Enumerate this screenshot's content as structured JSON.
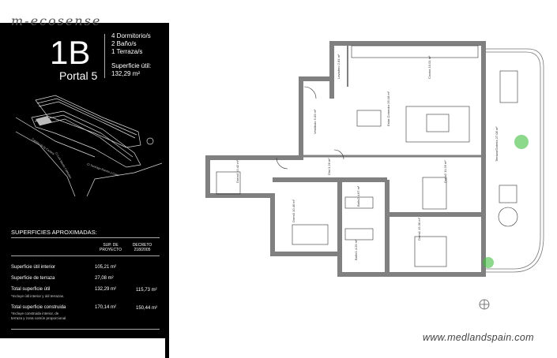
{
  "header": {
    "logo_text": "m-ecosense",
    "unit": "1B",
    "portal": "Portal 5",
    "bedrooms": "4 Dormitorio/s",
    "bathrooms": "2 Baño/s",
    "terraces": "1 Terraza/s",
    "useful_area_label": "Superficie útil:",
    "useful_area_value": "132,29 m²"
  },
  "site_plan": {
    "street_1": "Camino de la Cantera",
    "street_2": "C/ Luis Martín Cabiedes",
    "street_3": "C/ Santiago Ramón y Cajal"
  },
  "surfaces": {
    "title": "SUPERFICIES APROXIMADAS:",
    "col_1": "SUP. DE PROYECTO",
    "col_2": "DECRETO 218/2005",
    "rows": [
      {
        "label": "Superficie útil interior",
        "note": "",
        "project": "105,21 m²",
        "decree": ""
      },
      {
        "label": "Superficie de terraza",
        "note": "",
        "project": "27,08 m²",
        "decree": ""
      },
      {
        "label": "Total superficie útil",
        "note": "*Incluye útil interior y útil terrazas.",
        "project": "132,29 m²",
        "decree": "115,73 m²"
      },
      {
        "label": "Total superficie construida",
        "note": "*Incluye construida interior, de terraza y zona común proporcional.",
        "project": "170,14 m²",
        "decree": "150,44 m²"
      }
    ]
  },
  "rooms": {
    "lavadero": {
      "name": "Lavadero",
      "area": "2.84 m²"
    },
    "cocina": {
      "name": "Cocina",
      "area": "10.01 m²"
    },
    "estar": {
      "name": "Estar-Comedor",
      "area": "26.18 m²"
    },
    "vestibulo": {
      "name": "Vestíbulo",
      "area": "5.03 m²"
    },
    "dist": {
      "name": "Dist",
      "area": "3.26 m²"
    },
    "dorm4": {
      "name": "Dorm4",
      "area": "10.42 m²"
    },
    "dorm3": {
      "name": "Dorm3",
      "area": "10.46 m²"
    },
    "bano2": {
      "name": "Baño2",
      "area": "4.67 m²"
    },
    "bano1": {
      "name": "Baño1",
      "area": "4.29 m²"
    },
    "dorm2": {
      "name": "Dorm2",
      "area": "11.26 m²"
    },
    "dorm1": {
      "name": "Dorm1",
      "area": "15.36 m²"
    },
    "terraza": {
      "name": "Terraza/Galería",
      "area": "27.08 m²"
    }
  },
  "colors": {
    "panel": "#000000",
    "walls": "#808080",
    "plants": "#3fbf3f"
  },
  "watermark": "www.medlandspain.com"
}
